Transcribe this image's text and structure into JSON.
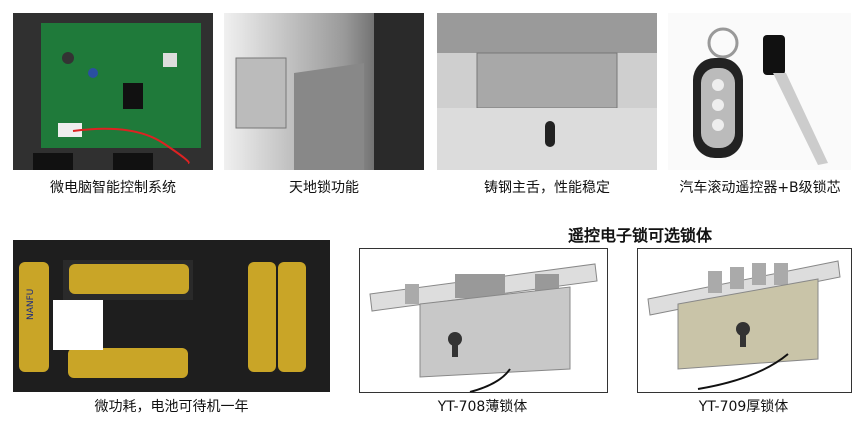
{
  "top_row": [
    {
      "caption": "微电脑智能控制系统",
      "image": "circuit-board-photo"
    },
    {
      "caption": "天地锁功能",
      "image": "latch-bolt-photo"
    },
    {
      "caption": "铸钢主舌，性能稳定",
      "image": "steel-bolt-photo"
    },
    {
      "caption": "汽车滚动遥控器+B级锁芯",
      "image": "remote-and-key-photo"
    }
  ],
  "battery": {
    "caption": "微功耗，电池可待机一年",
    "image": "battery-compartment-photo",
    "brand_label": "NANFU"
  },
  "lock_bodies": {
    "title": "遥控电子锁可选锁体",
    "items": [
      {
        "caption": "YT-708薄锁体",
        "image": "thin-lock-body-photo"
      },
      {
        "caption": "YT-709厚锁体",
        "image": "thick-lock-body-photo"
      }
    ]
  }
}
